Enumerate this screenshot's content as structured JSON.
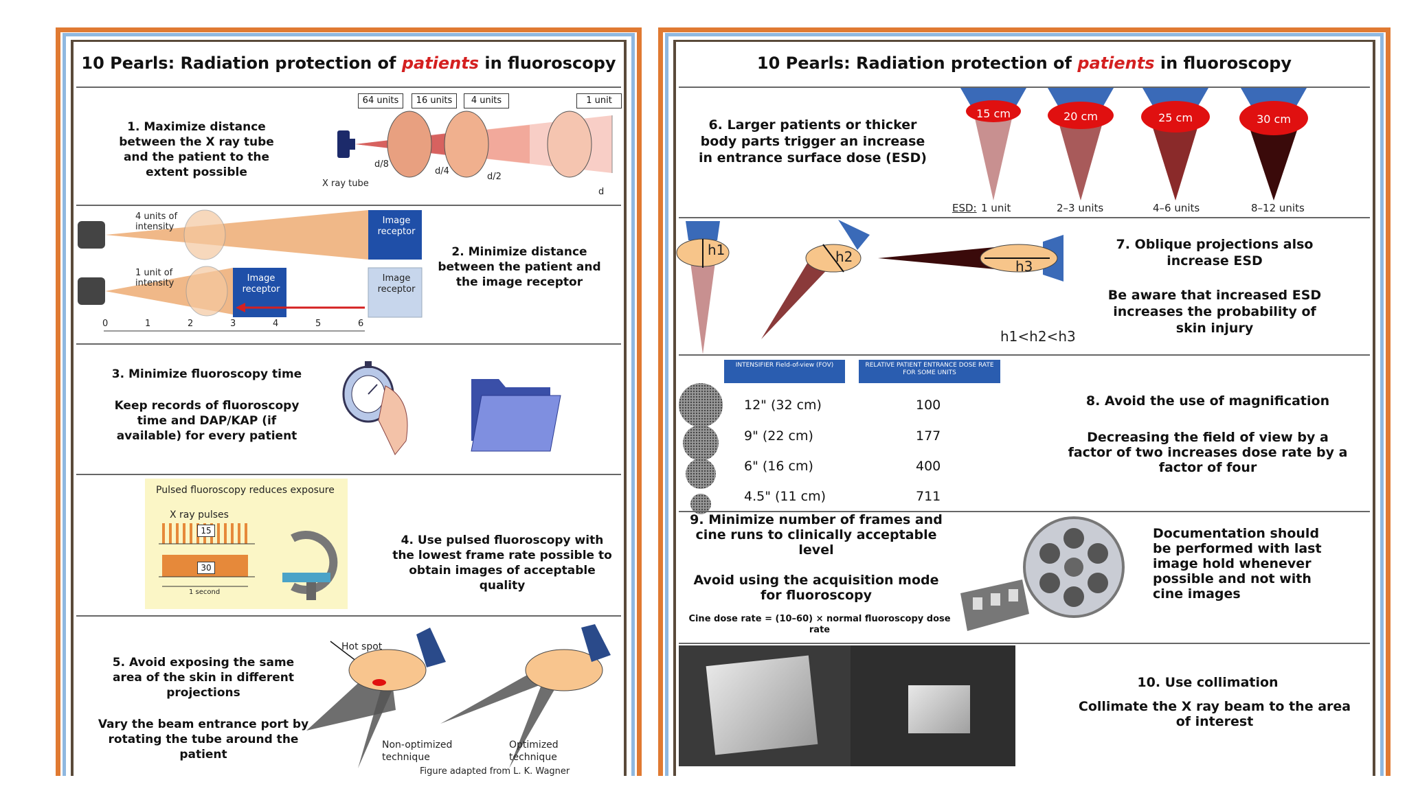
{
  "left": {
    "title_pre": "10 Pearls: Radiation protection of ",
    "title_em": "patients",
    "title_post": " in fluoroscopy",
    "p1": {
      "text": "1. Maximize distance between the X ray tube and the patient to the extent possible",
      "units": [
        "64 units",
        "16 units",
        "4 units",
        "1 unit"
      ],
      "dist_labels": [
        "d/8",
        "d/4",
        "d/2",
        "d"
      ],
      "tube_label": "X ray tube"
    },
    "p2": {
      "text": "2. Minimize distance between the patient and the image receptor",
      "intensity_top": "4 units of intensity",
      "intensity_bottom": "1 unit of intensity",
      "receptor": "Image receptor",
      "scale": [
        "0",
        "1",
        "2",
        "3",
        "4",
        "5",
        "6"
      ]
    },
    "p3": {
      "title": "3. Minimize fluoroscopy time",
      "text": "Keep records of fluoroscopy time and DAP/KAP (if available) for every patient"
    },
    "p4": {
      "text": "4. Use pulsed fluoroscopy with the lowest frame rate possible to obtain images of acceptable quality",
      "box_title": "Pulsed fluoroscopy reduces exposure",
      "pulses": "X ray pulses",
      "r15": "15",
      "r30": "30",
      "second": "1 second"
    },
    "p5": {
      "title": "5. Avoid exposing the same area of the skin in different projections",
      "text": "Vary the beam entrance port by rotating the tube around the patient",
      "hot_spot": "Hot spot",
      "non_opt": "Non-optimized technique",
      "opt": "Optimized technique",
      "credit": "Figure adapted from L. K. Wagner"
    }
  },
  "right": {
    "title_pre": "10 Pearls: Radiation protection of ",
    "title_em": "patients",
    "title_post": " in fluoroscopy",
    "p6": {
      "text": "6. Larger patients or thicker body parts trigger an increase in entrance surface dose (ESD)",
      "sizes": [
        "15 cm",
        "20 cm",
        "25 cm",
        "30 cm"
      ],
      "esd_prefix": "ESD:",
      "esd": [
        "1 unit",
        "2–3 units",
        "4–6 units",
        "8–12 units"
      ]
    },
    "p7": {
      "title": "7. Oblique projections also increase ESD",
      "text": "Be aware that increased ESD increases the probability of skin injury",
      "h1": "h1",
      "h2": "h2",
      "h3": "h3",
      "relation": "h1<h2<h3"
    },
    "p8": {
      "title": "8. Avoid the use of magnification",
      "text": "Decreasing the field of view by a factor of two increases dose rate by a factor of four",
      "head1": "INTENSIFIER Field-of-view (FOV)",
      "head2": "RELATIVE PATIENT ENTRANCE DOSE RATE FOR SOME UNITS",
      "rows": [
        {
          "fov": "12\" (32 cm)",
          "dose": "100"
        },
        {
          "fov": "9\" (22 cm)",
          "dose": "177"
        },
        {
          "fov": "6\" (16 cm)",
          "dose": "400"
        },
        {
          "fov": "4.5\" (11 cm)",
          "dose": "711"
        }
      ]
    },
    "p9": {
      "title": "9. Minimize number of frames and cine runs to clinically acceptable level",
      "text": "Avoid using the acquisition mode for fluoroscopy",
      "formula": "Cine dose rate = (10–60) × normal fluoroscopy dose rate",
      "doc": "Documentation should be performed with last image hold whenever possible and not with cine images"
    },
    "p10": {
      "title": "10. Use collimation",
      "text": "Collimate the X ray beam to the area of interest"
    }
  },
  "colors": {
    "accent_red": "#d42020",
    "frame_orange": "#e07a32",
    "frame_blue": "#8fb8e0",
    "header_blue": "#2a5db0"
  }
}
